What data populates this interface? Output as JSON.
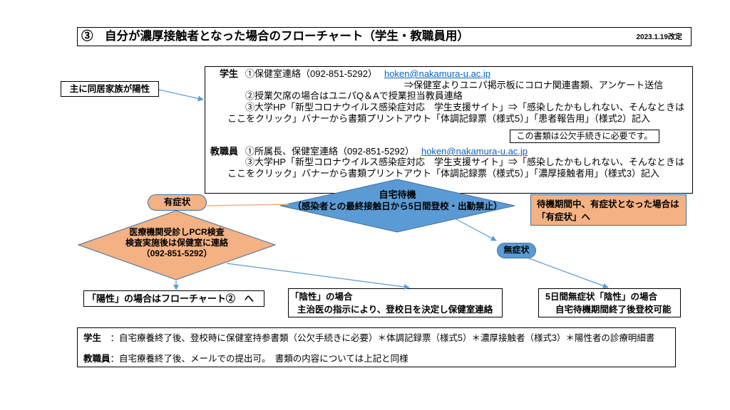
{
  "header": {
    "title": "③　自分が濃厚接触者となった場合のフローチャート（学生・教職員用）",
    "revised": "2023.1.19改定"
  },
  "trigger": {
    "label": "主に同居家族が陽性"
  },
  "instructions": {
    "student": {
      "role": "学生",
      "step1": "①保健室連絡（092-851-5292）",
      "email": "hoken@nakamura-u.ac.jp",
      "step1_note": "⇒保健室よりユニパ掲示板にコロナ関連書類、アンケート送信",
      "step2": "②授業欠席の場合はユニパQ＆Aで授業担当教員連絡",
      "step3_line1": "③大学HP「新型コロナウイルス感染症対応　学生支援サイト」⇒「感染したかもしれない、そんなときは",
      "step3_line2": "ここをクリック」バナーから書類プリントアウト「体調記録票（様式5）」「患者報告用」（様式2）記入",
      "note": "この書類は公欠手続きに必要です。"
    },
    "staff": {
      "role": "教職員",
      "step1": "①所属長、保健室連絡（092-851-5292）",
      "email": "hoken@nakamura-u.ac.jp",
      "step3_line1": "③大学HP「新型コロナウイルス感染症対応　学生支援サイト」⇒「感染したかもしれない、そんなときは",
      "step3_line2": "ここをクリック」バナーから書類プリントアウト「体調記録票（様式5）」「濃厚接触者用」（様式3）記入"
    }
  },
  "home_wait": {
    "title": "自宅待機",
    "detail": "（感染者との最終接触日から5日間登校・出勤禁止）"
  },
  "symptomatic": {
    "label": "有症状"
  },
  "symptom_note": {
    "line1": "待機期間中、有症状となった場合は",
    "line2": "「有症状」へ"
  },
  "pcr": {
    "line1": "医療機関受診しPCR検査",
    "line2": "検査実施後は保健室に連絡",
    "line3": "（092-851-5292）"
  },
  "asymptomatic": {
    "label": "無症状"
  },
  "outcomes": {
    "positive": "「陽性」の場合はフローチャート②　へ",
    "negative": {
      "line1": "「陰性」の場合",
      "line2": "主治医の指示により、登校日を決定し保健室連絡"
    },
    "asymptomatic_negative": {
      "line1": "5日間無症状「陰性」の場合",
      "line2": "自宅待機期間終了後登校可能"
    }
  },
  "footer": {
    "student_role": "学生",
    "student_text": "　：自宅療養終了後、登校時に保健室持参書類（公欠手続きに必要）＊体調記録票（様式5）＊濃厚接触者（様式3）＊陽性者の診療明細書",
    "staff_role": "教職員",
    "staff_text": "：自宅療養終了後、メールでの提出可。　書類の内容については上記と同様"
  },
  "colors": {
    "orange": "#F4B183",
    "blue": "#5B9BD5",
    "outline": "#41719C",
    "link": "#0563C1"
  }
}
